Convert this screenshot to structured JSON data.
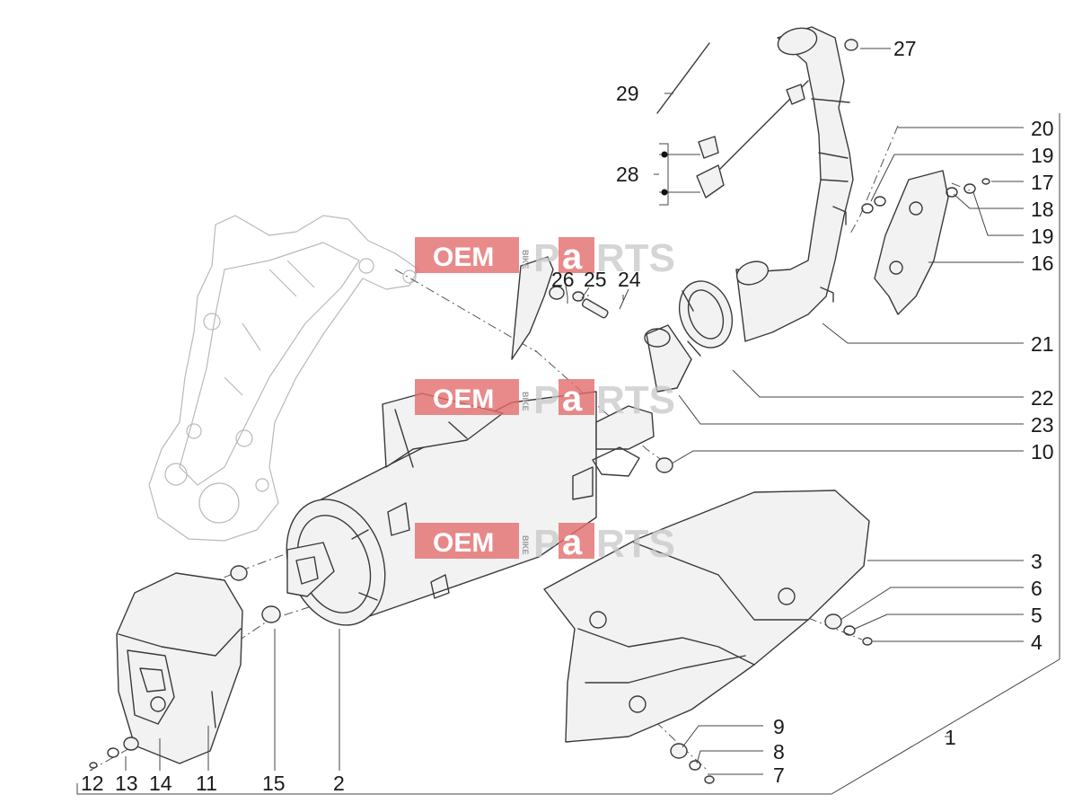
{
  "watermark": {
    "oem": "OEM",
    "bike": "BIKE",
    "p": "P",
    "a": "a",
    "rts": "RTS",
    "color": "#e26d6d"
  },
  "callouts": {
    "c1": "1",
    "c2": "2",
    "c3": "3",
    "c4": "4",
    "c5": "5",
    "c6": "6",
    "c7": "7",
    "c8": "8",
    "c9": "9",
    "c10": "10",
    "c11": "11",
    "c12": "12",
    "c13": "13",
    "c14": "14",
    "c15": "15",
    "c16": "16",
    "c17": "17",
    "c18": "18",
    "c19a": "19",
    "c19b": "19",
    "c20": "20",
    "c21": "21",
    "c22": "22",
    "c23": "23",
    "c24": "24",
    "c25": "25",
    "c26": "26",
    "c27": "27",
    "c28": "28",
    "c29": "29"
  }
}
